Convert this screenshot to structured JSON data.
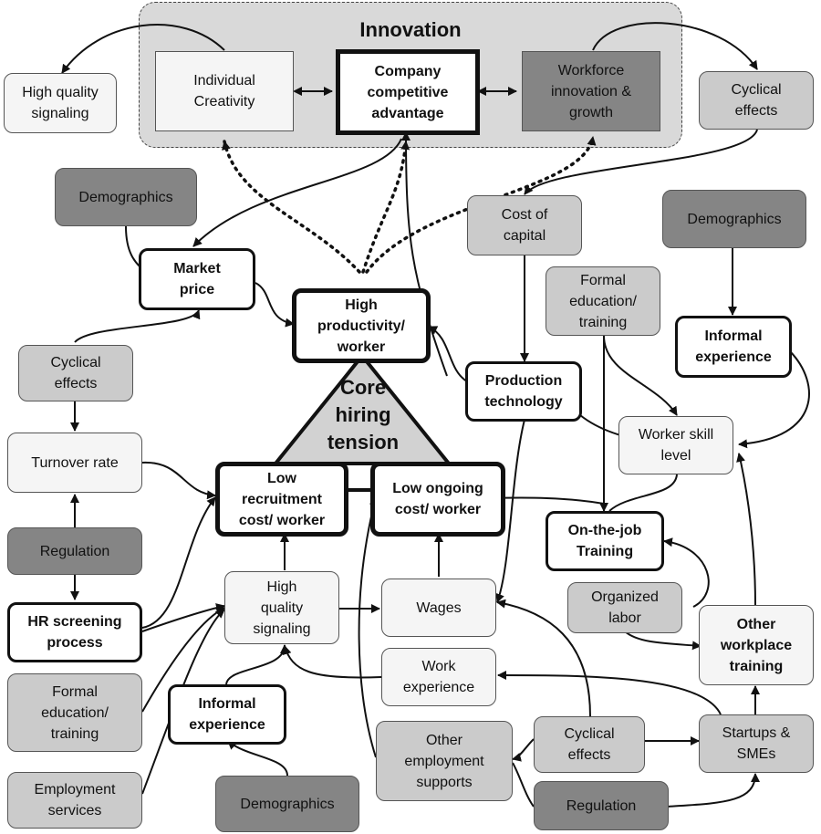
{
  "innovation": {
    "title": "Innovation",
    "creativity": [
      "Individual",
      "Creativity"
    ],
    "competitive": [
      "Company",
      "competitive",
      "advantage"
    ],
    "workforce": [
      "Workforce",
      "innovation &",
      "growth"
    ]
  },
  "core": [
    "Core",
    "hiring",
    "tension"
  ],
  "nodes": {
    "hq_signaling_top": [
      "High quality",
      "signaling"
    ],
    "cyclical_top": [
      "Cyclical",
      "effects"
    ],
    "demographics_topleft": [
      "Demographics"
    ],
    "market_price": [
      "Market",
      "price"
    ],
    "cost_of_capital": [
      "Cost of",
      "capital"
    ],
    "demographics_right": [
      "Demographics"
    ],
    "formal_edu_right": [
      "Formal",
      "education/",
      "training"
    ],
    "informal_exp_right": [
      "Informal",
      "experience"
    ],
    "high_productivity": [
      "High",
      "productivity/",
      "worker"
    ],
    "production_tech": [
      "Production",
      "technology"
    ],
    "cyclical_left": [
      "Cyclical",
      "effects"
    ],
    "turnover": [
      "Turnover rate"
    ],
    "worker_skill": [
      "Worker skill",
      "level"
    ],
    "low_recruitment": [
      "Low",
      "recruitment",
      "cost/ worker"
    ],
    "low_ongoing": [
      "Low ongoing",
      "cost/ worker"
    ],
    "on_the_job": [
      "On-the-job",
      "Training"
    ],
    "regulation_left": [
      "Regulation"
    ],
    "hq_signaling_mid": [
      "High",
      "quality",
      "signaling"
    ],
    "wages": [
      "Wages"
    ],
    "organized_labor": [
      "Organized",
      "labor"
    ],
    "hr_screening": [
      "HR screening",
      "process"
    ],
    "other_workplace": [
      "Other",
      "workplace",
      "training"
    ],
    "work_experience": [
      "Work",
      "experience"
    ],
    "formal_edu_left": [
      "Formal",
      "education/",
      "training"
    ],
    "informal_exp_bottom": [
      "Informal",
      "experience"
    ],
    "other_employment": [
      "Other",
      "employment",
      "supports"
    ],
    "cyclical_bottom": [
      "Cyclical",
      "effects"
    ],
    "startups": [
      "Startups &",
      "SMEs"
    ],
    "employment_services": [
      "Employment",
      "services"
    ],
    "demographics_bottom": [
      "Demographics"
    ],
    "regulation_bottom": [
      "Regulation"
    ]
  }
}
